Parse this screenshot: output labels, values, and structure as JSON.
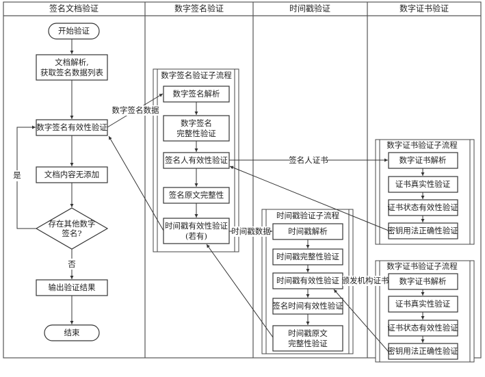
{
  "lanes": [
    {
      "title": "签名文档验证"
    },
    {
      "title": "数字签名验证"
    },
    {
      "title": "时间戳验证"
    },
    {
      "title": "数字证书验证"
    }
  ],
  "main_flow": {
    "start": "开始验证",
    "parse": [
      "文档解析,",
      "获取签名数据列表"
    ],
    "sig_validity": "数字签名有效性验证",
    "no_additions": "文档内容无添加",
    "decision": [
      "存在其他数字",
      "签名?"
    ],
    "yes_label": "是",
    "no_label": "否",
    "output": "输出验证结果",
    "end": "结束"
  },
  "sig_subprocess": {
    "title": "数字签名验证子流程",
    "steps": [
      [
        "数字签名解析"
      ],
      [
        "数字签名",
        "完整性验证"
      ],
      [
        "签名人有效性验证"
      ],
      [
        "签名原文完整性"
      ],
      [
        "时间戳有效性验证",
        "(若有)"
      ]
    ]
  },
  "ts_subprocess": {
    "title": "时间戳验证子流程",
    "steps": [
      [
        "时间戳解析"
      ],
      [
        "时间戳完整性验证"
      ],
      [
        "时间戳有效性验证"
      ],
      [
        "签名时间有效性验证"
      ],
      [
        "时间戳原文",
        "完整性验证"
      ]
    ]
  },
  "cert_subprocess_a": {
    "title": "数字证书验证子流程",
    "steps": [
      "数字证书解析",
      "证书真实性验证",
      "证书状态有效性验证",
      "密钥用法正确性验证"
    ]
  },
  "cert_subprocess_b": {
    "title": "数字证书验证子流程",
    "steps": [
      "数字证书解析",
      "证书真实性验证",
      "证书状态有效性验证",
      "密钥用法正确性验证"
    ]
  },
  "edge_labels": {
    "sig_data": "数字签名数据",
    "signer_cert": "签名人证书",
    "ts_data": "时间戳数据",
    "issuer_cert": "颁发机构证书"
  }
}
